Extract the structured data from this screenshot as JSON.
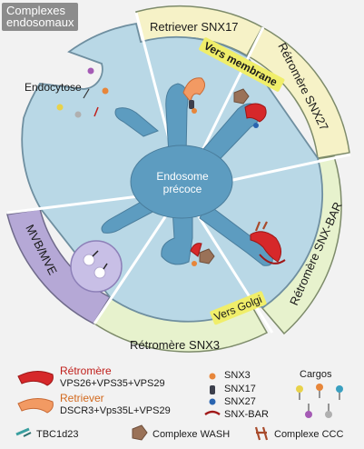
{
  "title": {
    "line1": "Complexes",
    "line2": "endosomaux"
  },
  "segments": {
    "endocytose": "Endocytose",
    "retriever_snx17": "Retriever SNX17",
    "retromere_snx27": "Rétromère SNX27",
    "retromere_snxbar": "Rétromère SNX-BAR",
    "retromere_snx3": "Rétromère SNX3",
    "mvb_mve": "MVB/MVE"
  },
  "center": {
    "line1": "Endosome",
    "line2": "précoce"
  },
  "annotations": {
    "vers_membrane": "Vers membrane",
    "vers_golgi": "Vers Golgi"
  },
  "legend": {
    "retromere_title": "Rétromère",
    "retromere_detail": "VPS26+VPS35+VPS29",
    "retriever_title": "Retriever",
    "retriever_detail": "DSCR3+Vps35L+VPS29",
    "snx3": "SNX3",
    "snx17": "SNX17",
    "snx27": "SNX27",
    "snxbar": "SNX-BAR",
    "cargos": "Cargos",
    "tbc": "TBC1d23",
    "wash": "Complexe WASH",
    "ccc": "Complexe CCC"
  },
  "colors": {
    "background": "#f2f2f2",
    "endosome_fill": "#b9d8e6",
    "endosome_stroke": "#6f8fa0",
    "center_fill": "#5d9cc0",
    "band_yellow": "#f6f2c7",
    "band_green": "#e7f2cd",
    "band_purple": "#b5a8d6",
    "band_stroke": "#7d8b6a",
    "highlight": "#f0ee6a",
    "retromere_red": "#d6282a",
    "retriever_orange": "#f29a63",
    "snx3_orange": "#e7863a",
    "snx17_dark": "#3c3f4c",
    "snx27_blue": "#2a64b0",
    "wash_brown": "#9a7258",
    "ccc_red": "#a84a2b",
    "tbc_teal": "#3aa0a0"
  }
}
